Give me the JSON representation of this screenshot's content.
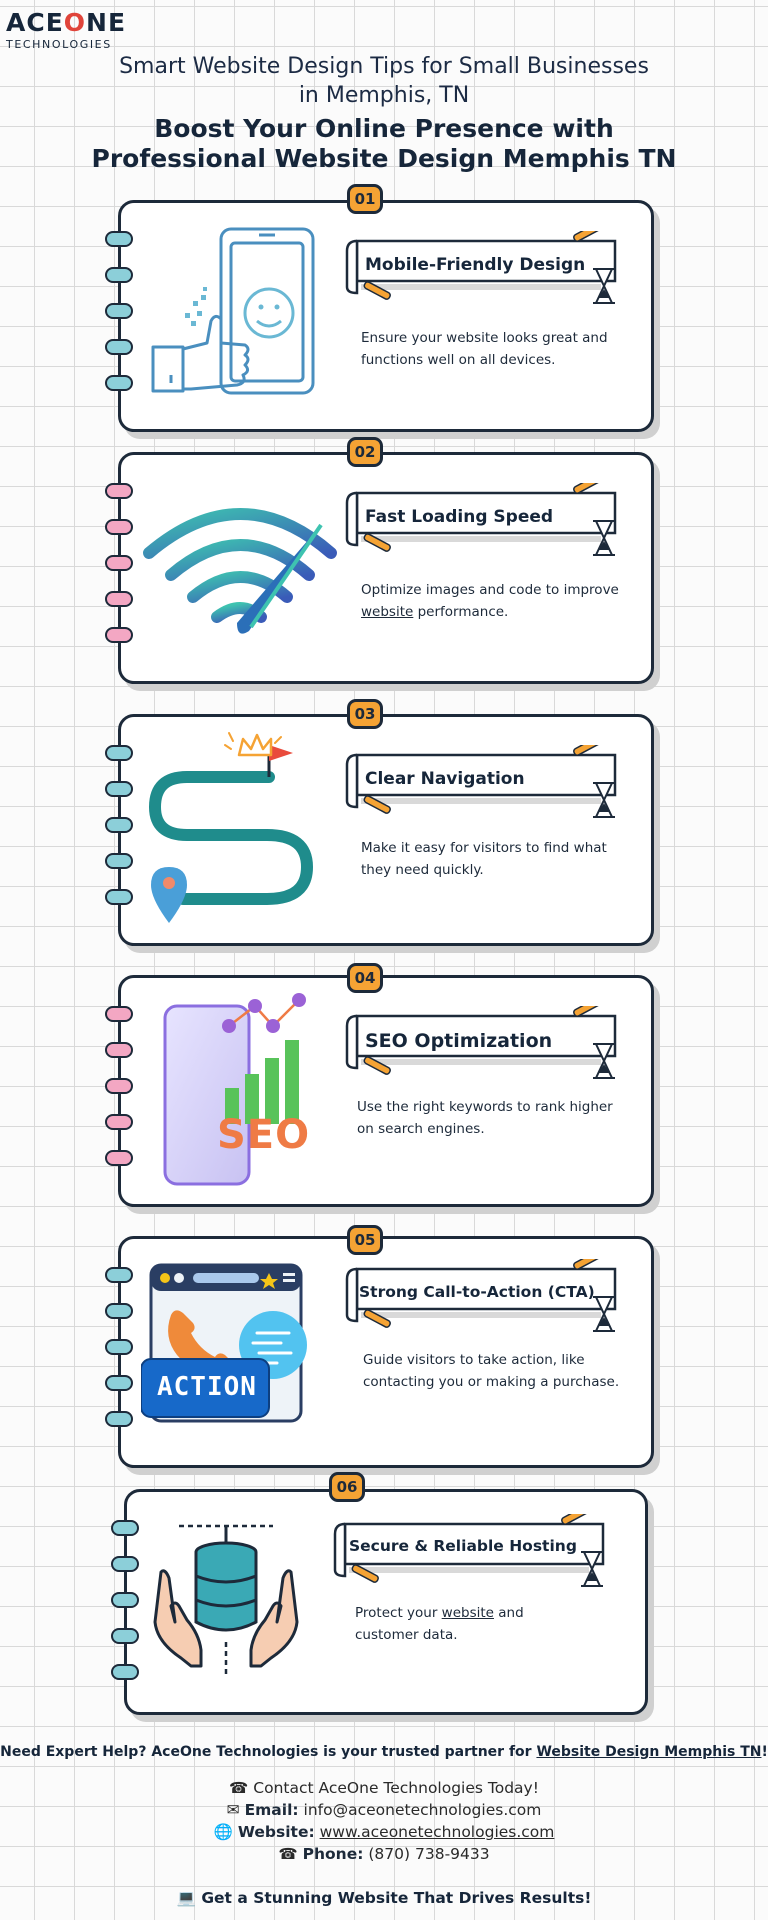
{
  "brand": {
    "logo_main_a": "ACE",
    "logo_main_o": "O",
    "logo_main_b": "NE",
    "logo_sub": "TECHNOLOGIES"
  },
  "header": {
    "subtitle_line1": "Smart Website Design Tips for Small Businesses",
    "subtitle_line2": "in Memphis, TN",
    "title_line1": "Boost Your Online Presence with",
    "title_line2": "Professional Website Design Memphis TN"
  },
  "colors": {
    "accent_orange": "#f5a334",
    "navy": "#1d2a3a",
    "ring_blue": "#8ccfd9",
    "ring_pink": "#f3a7c3",
    "seo_orange": "#ef7b45",
    "seo_green": "#58c35a",
    "action_blue": "#1769c9"
  },
  "tips": [
    {
      "number": "01",
      "title": "Mobile-Friendly Design",
      "desc_line1": "Ensure your website looks great and",
      "desc_line2": "functions well on all devices.",
      "ring_color": "blue",
      "icon": "smartphone-thumbs-up-icon"
    },
    {
      "number": "02",
      "title": "Fast Loading Speed",
      "desc_line1_pre": "Optimize images and code to improve",
      "desc_line2_link": "website",
      "desc_line2_post": " performance.",
      "ring_color": "pink",
      "icon": "wifi-speedometer-icon"
    },
    {
      "number": "03",
      "title": "Clear Navigation",
      "desc_line1": "Make it easy for visitors to find what",
      "desc_line2": "they need quickly.",
      "ring_color": "blue",
      "icon": "winding-road-icon"
    },
    {
      "number": "04",
      "title": "SEO Optimization",
      "desc_line1": "Use the right keywords to rank higher",
      "desc_line2": "on search engines.",
      "ring_color": "pink",
      "icon": "seo-phone-chart-icon",
      "icon_text": "SEO"
    },
    {
      "number": "05",
      "title": "Strong Call-to-Action (CTA)",
      "desc_line1": "Guide visitors to take action, like",
      "desc_line2": "contacting you or making a purchase.",
      "ring_color": "blue",
      "icon": "action-call-icon",
      "icon_text": "ACTION"
    },
    {
      "number": "06",
      "title": "Secure & Reliable Hosting",
      "desc_line1_pre": "Protect your ",
      "desc_line1_link": "website",
      "desc_line1_post": " and",
      "desc_line2": "customer data.",
      "ring_color": "blue",
      "icon": "hands-database-icon"
    }
  ],
  "footer": {
    "lead_pre": "Need Expert Help? AceOne Technologies is your trusted partner for ",
    "lead_link": "Website Design Memphis TN",
    "lead_post": "!",
    "contact_title": "Contact AceOne Technologies Today!",
    "email_label": "Email:",
    "email_value": "info@aceonetechnologies.com",
    "website_label": "Website:",
    "website_value": "www.aceonetechnologies.com",
    "phone_label": "Phone:",
    "phone_value": "(870) 738-9433",
    "closing": "Get a Stunning Website That Drives Results!"
  }
}
